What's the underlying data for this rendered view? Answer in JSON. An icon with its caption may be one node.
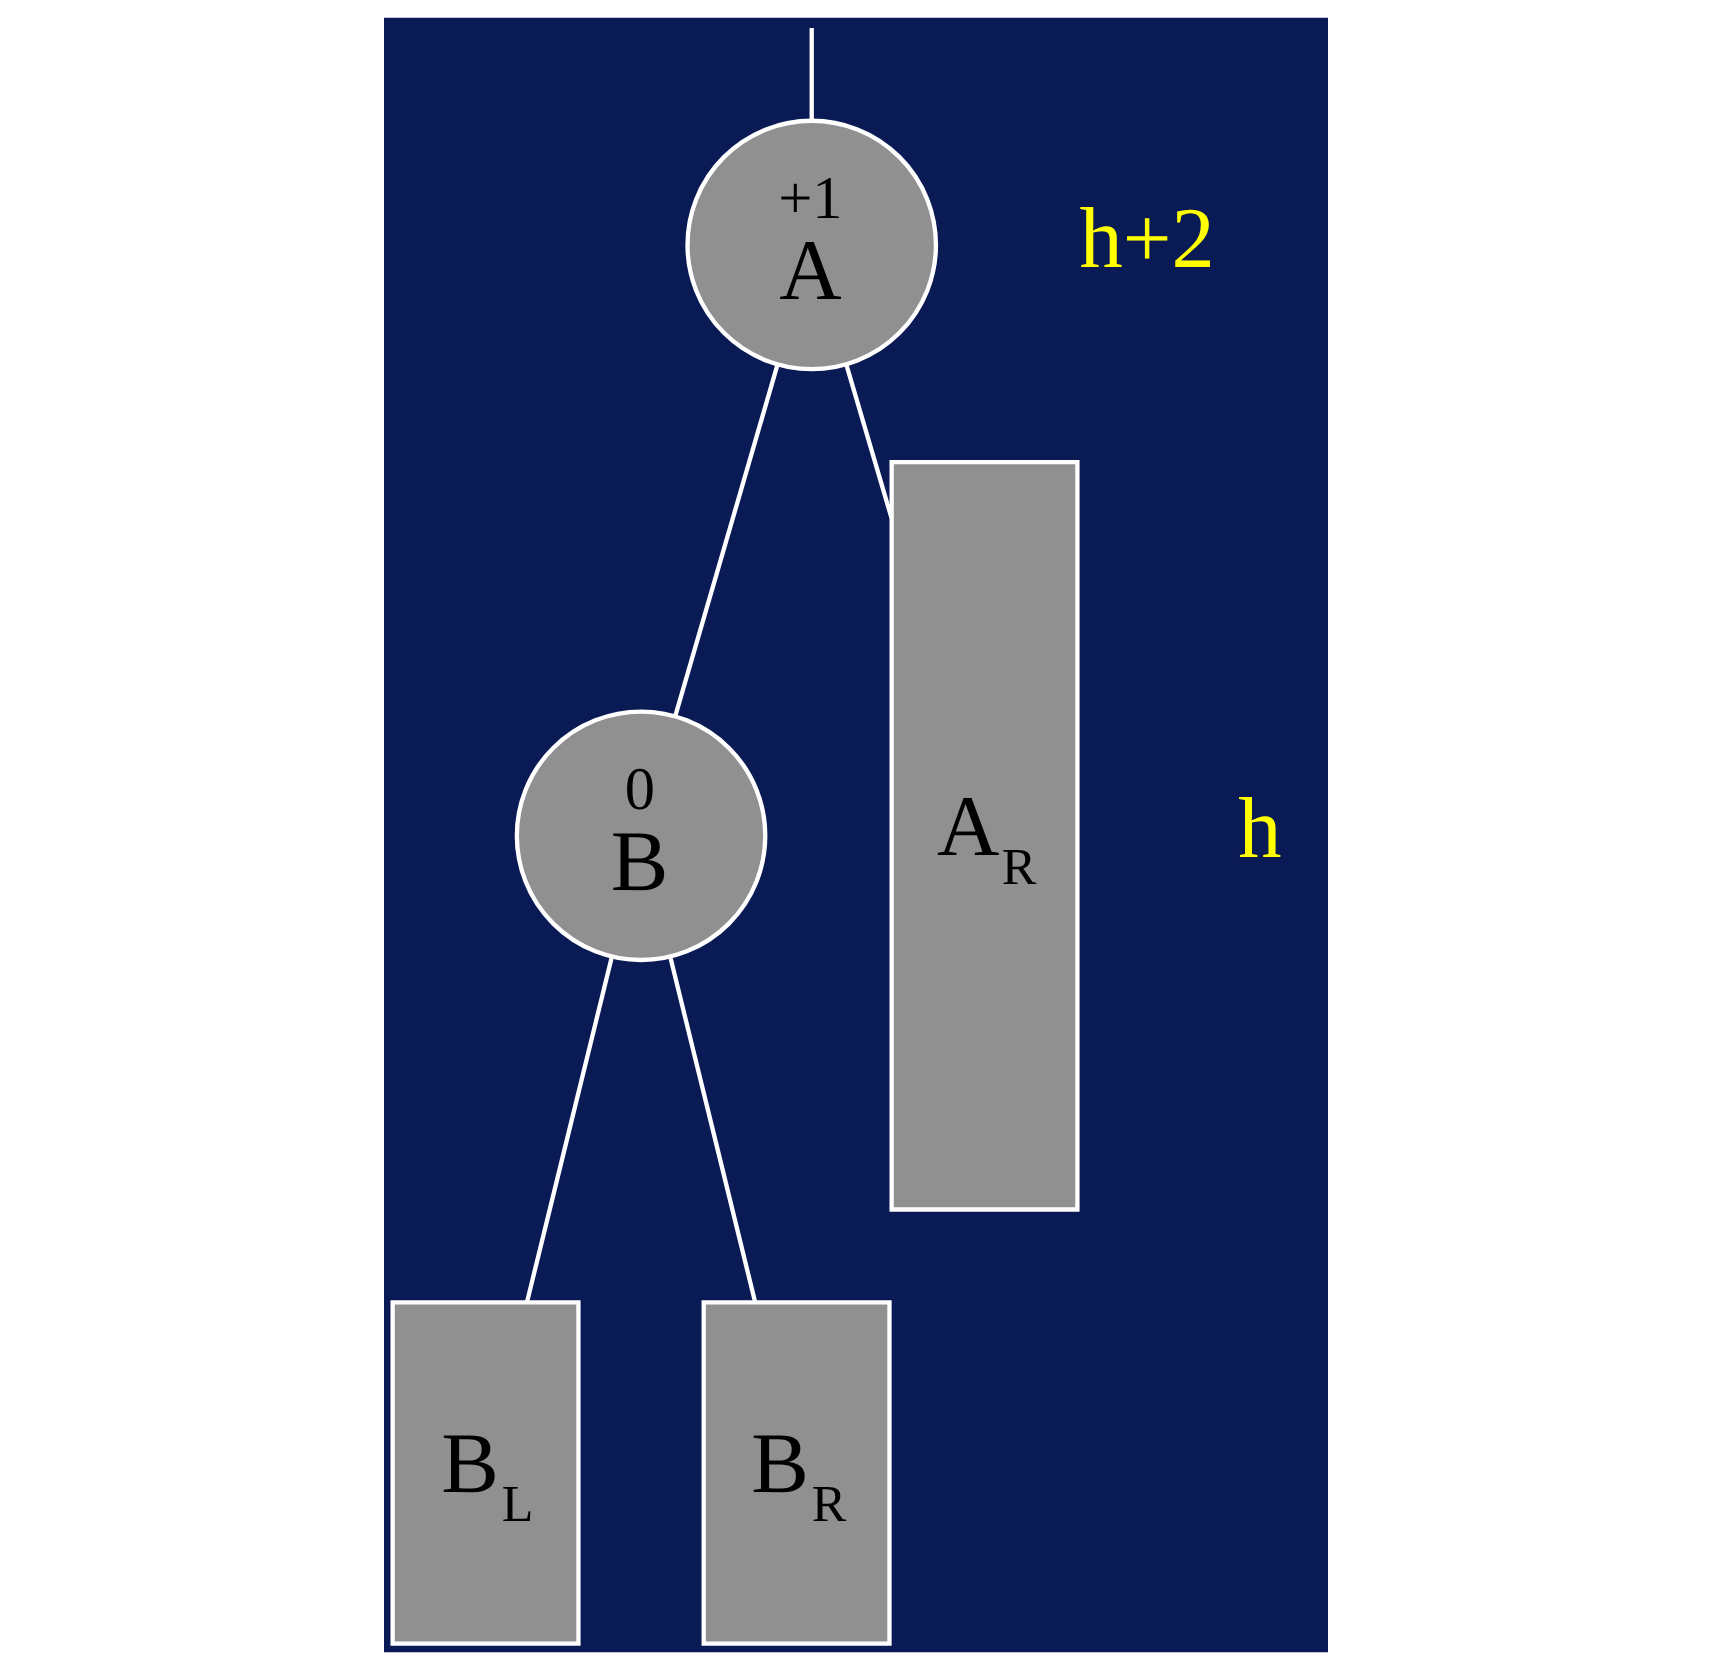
{
  "diagram": {
    "nodes": [
      {
        "text": [
          "+1",
          "A"
        ]
      },
      {
        "text": [
          "0",
          "B"
        ]
      },
      {
        "text": [
          "A$_{R}$"
        ]
      },
      {
        "text": [
          "B$_{L}$"
        ]
      },
      {
        "text": [
          "B$_{R}$"
        ]
      }
    ],
    "edges": [
      {
        "from": null,
        "to": 0,
        "arrow": "none"
      },
      {
        "from": 0,
        "to": 1,
        "arrow": "none"
      },
      {
        "from": 0,
        "to": 2,
        "arrow": "none"
      },
      {
        "from": 1,
        "to": 3,
        "arrow": "none"
      },
      {
        "from": 1,
        "to": 4,
        "arrow": "none"
      }
    ],
    "labels": [
      "h+2",
      "h"
    ]
  }
}
